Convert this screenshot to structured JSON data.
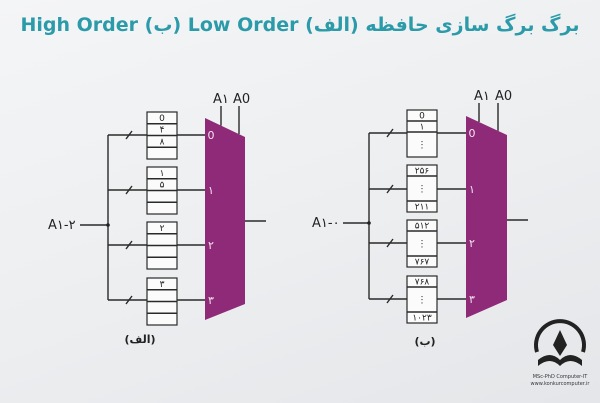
{
  "title": "برگ برگ سازی حافظه (الف) Low Order (ب) High Order",
  "colors": {
    "title": "#2b9aa9",
    "mux": "#8e2a78"
  },
  "diagrams": [
    {
      "caption": "(الف)",
      "input_label": "A۱-۲",
      "select_labels": [
        "A۱",
        "A0"
      ],
      "mux_inputs": [
        "0",
        "۱",
        "۲",
        "۳"
      ],
      "blocks": [
        [
          "0",
          "۴",
          "۸",
          ""
        ],
        [
          "۱",
          "۵",
          "",
          ""
        ],
        [
          "۲",
          "",
          "",
          ""
        ],
        [
          "۳",
          "",
          "",
          ""
        ]
      ]
    },
    {
      "caption": "(ب)",
      "input_label": "A۱-۰",
      "select_labels": [
        "A۱",
        "A0"
      ],
      "mux_inputs": [
        "0",
        "۱",
        "۲",
        "۳"
      ],
      "blocks": [
        [
          "0",
          "۱",
          "⋮"
        ],
        [
          "۲۵۶",
          "⋮",
          "۲۱۱"
        ],
        [
          "۵۱۲",
          "⋮",
          "۷۶۷"
        ],
        [
          "۷۶۸",
          "⋮",
          "۱۰۲۳"
        ]
      ]
    }
  ],
  "logo": {
    "line1": "MSc-PhD Computer-IT",
    "line2": "www.konkurcomputer.ir"
  }
}
